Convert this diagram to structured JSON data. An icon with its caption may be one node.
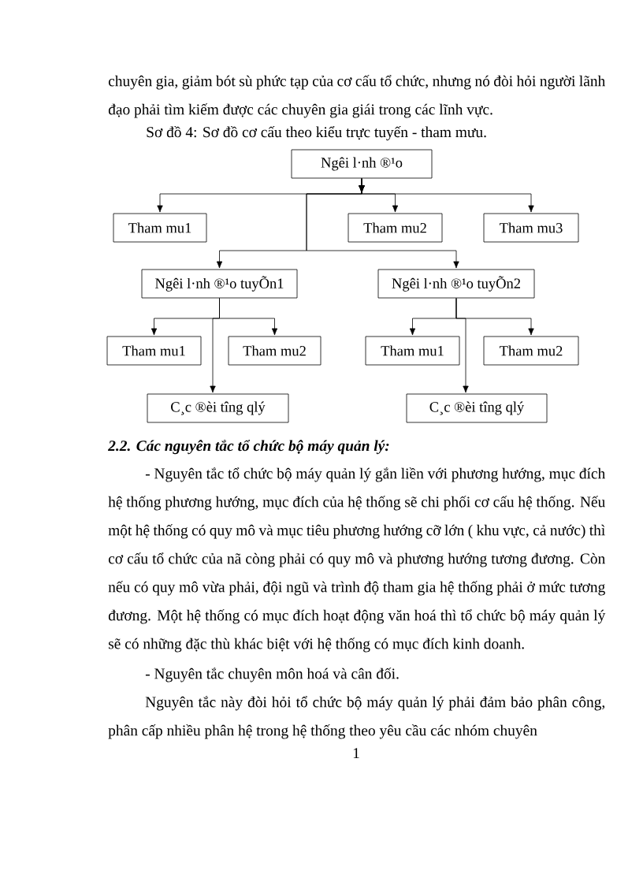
{
  "diagram": {
    "title": "Sơ đồ 4: Sơ đồ cơ cấu theo kiểu trực tuyến - tham mưu.",
    "nodes": [
      {
        "text": [
          "Ngêi l·nh ®¹o"
        ]
      },
      {
        "text": [
          "Tham mu1"
        ]
      },
      {
        "text": [
          "Tham mu2"
        ]
      },
      {
        "text": [
          "Tham mu3"
        ]
      },
      {
        "text": [
          "Ngêi l·nh ®¹o tuyÕn1"
        ]
      },
      {
        "text": [
          "Ngêi l·nh ®¹o tuyÕn2"
        ]
      },
      {
        "text": [
          "Tham mu1"
        ]
      },
      {
        "text": [
          "Tham mu2"
        ]
      },
      {
        "text": [
          "Tham mu1"
        ]
      },
      {
        "text": [
          "Tham mu2"
        ]
      },
      {
        "text": [
          "C¸c ®èi tîng qlý"
        ]
      },
      {
        "text": [
          "C¸c ®èi tîng qlý"
        ]
      }
    ],
    "edges": [
      {
        "from": 0,
        "to": 1,
        "arrow": "to"
      },
      {
        "from": 0,
        "to": 2,
        "arrow": "to"
      },
      {
        "from": 0,
        "to": 3,
        "arrow": "to"
      },
      {
        "from": 0,
        "to": 4,
        "arrow": "to"
      },
      {
        "from": 0,
        "to": 5,
        "arrow": "to"
      },
      {
        "from": 4,
        "to": 6,
        "arrow": "to"
      },
      {
        "from": 4,
        "to": 7,
        "arrow": "to"
      },
      {
        "from": 4,
        "to": 10,
        "arrow": "to"
      },
      {
        "from": 5,
        "to": 8,
        "arrow": "to"
      },
      {
        "from": 5,
        "to": 9,
        "arrow": "to"
      },
      {
        "from": 5,
        "to": 11,
        "arrow": "to"
      }
    ],
    "labels": [
      "chuyên gia, giảm bót sù phức tạp của cơ cấu tổ chức, nhưng nó đòi hỏi người lãnh đạo phải tìm kiếm được các chuyên gia giái trong các lĩnh vực.",
      "2.2. Các nguyên tắc tổ chức bộ máy quản lý:",
      "- Nguyên tắc tổ chức bộ máy quản lý gắn liền với phương hướng, mục đích hệ thống phương hướng, mục đích của hệ thống sẽ chi phối cơ cấu hệ thống. Nếu một hệ thống có quy mô và mục tiêu phương hướng cỡ lớn ( khu vực, cả nước) thì cơ cấu tổ chức của nã còng phải có quy mô và phương hướng tương đương. Còn nếu có quy mô vừa phải, đội ngũ và trình độ tham gia hệ thống phải ở mức tương đương. Một hệ thống có mục đích hoạt động văn hoá thì tổ chức bộ máy quản lý sẽ có những đặc thù khác biệt với hệ thống có mục đích kinh doanh.",
      "- Nguyên tắc chuyên môn hoá và cân đối.",
      "Nguyên tắc này đòi hỏi tổ chức bộ máy quản lý phải đảm bảo phân công, phân cấp nhiều phân hệ trong hệ thống theo yêu cầu các nhóm chuyên",
      "1"
    ]
  }
}
